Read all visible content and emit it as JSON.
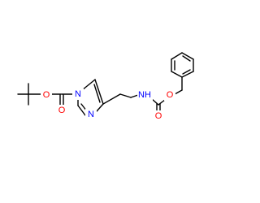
{
  "molecule": {
    "atom_labels": {
      "o_ester_boc": "O",
      "o_carbonyl_boc": "O",
      "n1_imidazole": "N",
      "n3_imidazole": "N",
      "nh_carbamate": "NH",
      "o_carbonyl_cbz": "O",
      "o_ester_cbz": "O"
    },
    "colors": {
      "bond": "#000000",
      "oxygen": "#ff0000",
      "nitrogen": "#0000ff"
    }
  }
}
